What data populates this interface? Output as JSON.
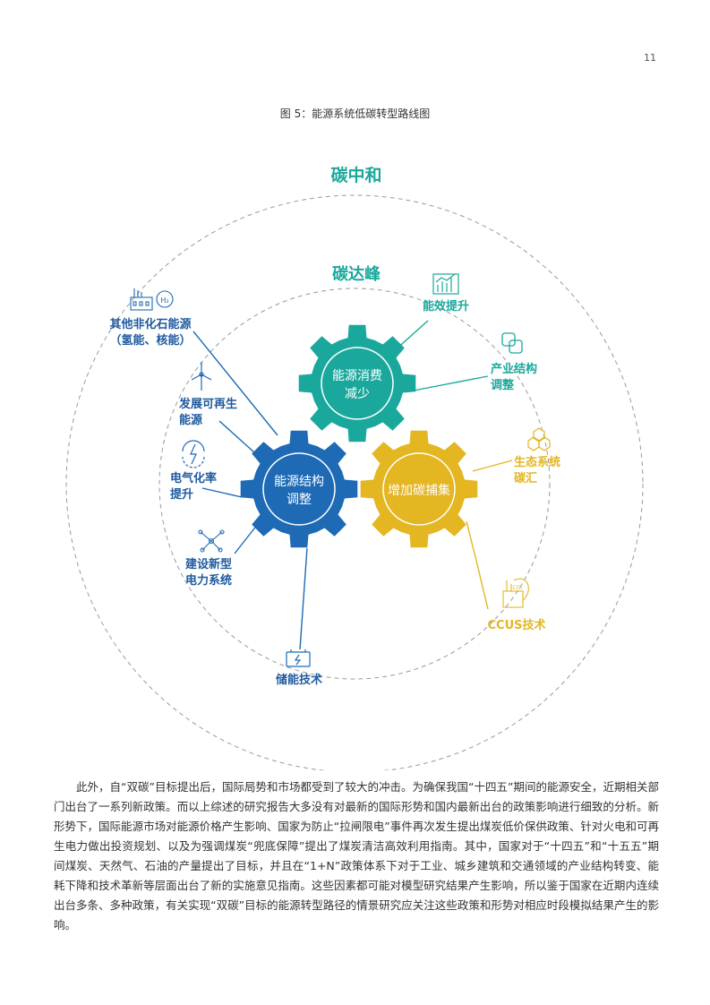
{
  "page_number": "11",
  "figure_caption": "图 5：能源系统低碳转型路线图",
  "diagram": {
    "outer_label": "碳中和",
    "inner_label": "碳达峰",
    "gears": {
      "consumption": [
        "能源消费",
        "减少"
      ],
      "structure": [
        "能源结构",
        "调整"
      ],
      "capture": [
        "增加碳捕集"
      ]
    },
    "nodes": {
      "efficiency": [
        "能效提升"
      ],
      "industry": [
        "产业结构",
        "调整"
      ],
      "nonfossil": [
        "其他非化石能源",
        "（氢能、核能）"
      ],
      "renewable": [
        "发展可再生",
        "能源"
      ],
      "electrification": [
        "电气化率",
        "提升"
      ],
      "powersystem": [
        "建设新型",
        "电力系统"
      ],
      "storage": [
        "储能技术"
      ],
      "ecosystem": [
        "生态系统",
        "碳汇"
      ],
      "ccus": [
        "CCUS技术"
      ]
    },
    "icons": {
      "h2_label": "H₂",
      "co2_label": "CO₂"
    },
    "colors": {
      "teal": "#1ba89c",
      "blue": "#1e6ab5",
      "yellow": "#e3b622",
      "dark_blue_text": "#1e5a9e"
    }
  },
  "body_text": "此外，自“双碳”目标提出后，国际局势和市场都受到了较大的冲击。为确保我国“十四五”期间的能源安全，近期相关部门出台了一系列新政策。而以上综述的研究报告大多没有对最新的国际形势和国内最新出台的政策影响进行细致的分析。新形势下，国际能源市场对能源价格产生影响、国家为防止“拉闸限电”事件再次发生提出煤炭低价保供政策、针对火电和可再生电力做出投资规划、以及为强调煤炭“兜底保障”提出了煤炭清洁高效利用指南。其中，国家对于“十四五”和“十五五”期间煤炭、天然气、石油的产量提出了目标，并且在“1+N”政策体系下对于工业、城乡建筑和交通领域的产业结构转变、能耗下降和技术革新等层面出台了新的实施意见指南。这些因素都可能对模型研究结果产生影响，所以鉴于国家在近期内连续出台多条、多种政策，有关实现“双碳”目标的能源转型路径的情景研究应关注这些政策和形势对相应时段模拟结果产生的影响。"
}
